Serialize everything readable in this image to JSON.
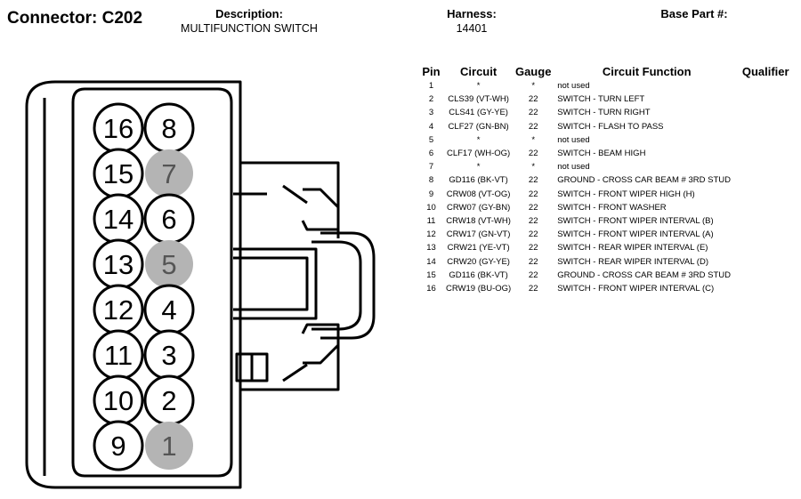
{
  "connector": {
    "label": "Connector: C202"
  },
  "header": {
    "description_label": "Description:",
    "description_value": "MULTIFUNCTION SWITCH",
    "harness_label": "Harness:",
    "harness_value": "14401",
    "base_part_label": "Base Part #:",
    "base_part_value": ""
  },
  "table": {
    "columns": [
      "Pin",
      "Circuit",
      "Gauge",
      "Circuit Function",
      "Qualifier"
    ],
    "rows": [
      {
        "pin": "1",
        "circuit": "*",
        "gauge": "*",
        "function": "not used",
        "qualifier": ""
      },
      {
        "pin": "2",
        "circuit": "CLS39 (VT-WH)",
        "gauge": "22",
        "function": "SWITCH - TURN LEFT",
        "qualifier": ""
      },
      {
        "pin": "3",
        "circuit": "CLS41 (GY-YE)",
        "gauge": "22",
        "function": "SWITCH - TURN RIGHT",
        "qualifier": ""
      },
      {
        "pin": "4",
        "circuit": "CLF27 (GN-BN)",
        "gauge": "22",
        "function": "SWITCH - FLASH TO PASS",
        "qualifier": ""
      },
      {
        "pin": "5",
        "circuit": "*",
        "gauge": "*",
        "function": "not used",
        "qualifier": ""
      },
      {
        "pin": "6",
        "circuit": "CLF17 (WH-OG)",
        "gauge": "22",
        "function": "SWITCH - BEAM HIGH",
        "qualifier": ""
      },
      {
        "pin": "7",
        "circuit": "*",
        "gauge": "*",
        "function": "not used",
        "qualifier": ""
      },
      {
        "pin": "8",
        "circuit": "GD116 (BK-VT)",
        "gauge": "22",
        "function": "GROUND - CROSS CAR BEAM # 3RD STUD",
        "qualifier": ""
      },
      {
        "pin": "9",
        "circuit": "CRW08 (VT-OG)",
        "gauge": "22",
        "function": "SWITCH - FRONT WIPER HIGH (H)",
        "qualifier": ""
      },
      {
        "pin": "10",
        "circuit": "CRW07 (GY-BN)",
        "gauge": "22",
        "function": "SWITCH - FRONT WASHER",
        "qualifier": ""
      },
      {
        "pin": "11",
        "circuit": "CRW18 (VT-WH)",
        "gauge": "22",
        "function": "SWITCH - FRONT WIPER INTERVAL (B)",
        "qualifier": ""
      },
      {
        "pin": "12",
        "circuit": "CRW17 (GN-VT)",
        "gauge": "22",
        "function": "SWITCH - FRONT WIPER INTERVAL (A)",
        "qualifier": ""
      },
      {
        "pin": "13",
        "circuit": "CRW21 (YE-VT)",
        "gauge": "22",
        "function": "SWITCH - REAR WIPER INTERVAL (E)",
        "qualifier": ""
      },
      {
        "pin": "14",
        "circuit": "CRW20 (GY-YE)",
        "gauge": "22",
        "function": "SWITCH - REAR WIPER INTERVAL (D)",
        "qualifier": ""
      },
      {
        "pin": "15",
        "circuit": "GD116 (BK-VT)",
        "gauge": "22",
        "function": "GROUND - CROSS CAR BEAM # 3RD STUD",
        "qualifier": ""
      },
      {
        "pin": "16",
        "circuit": "CRW19 (BU-OG)",
        "gauge": "22",
        "function": "SWITCH - FRONT WIPER INTERVAL (C)",
        "qualifier": ""
      }
    ]
  },
  "diagram": {
    "colors": {
      "outline": "#000000",
      "unused_pin_fill": "#b4b4b4",
      "used_pin_fill": "#ffffff",
      "unused_pin_text": "#555555"
    },
    "pins": [
      {
        "number": "16",
        "used": true
      },
      {
        "number": "8",
        "used": true
      },
      {
        "number": "15",
        "used": true
      },
      {
        "number": "7",
        "used": false
      },
      {
        "number": "14",
        "used": true
      },
      {
        "number": "6",
        "used": true
      },
      {
        "number": "13",
        "used": true
      },
      {
        "number": "5",
        "used": false
      },
      {
        "number": "12",
        "used": true
      },
      {
        "number": "4",
        "used": true
      },
      {
        "number": "11",
        "used": true
      },
      {
        "number": "3",
        "used": true
      },
      {
        "number": "10",
        "used": true
      },
      {
        "number": "2",
        "used": true
      },
      {
        "number": "9",
        "used": true
      },
      {
        "number": "1",
        "used": false
      }
    ]
  }
}
